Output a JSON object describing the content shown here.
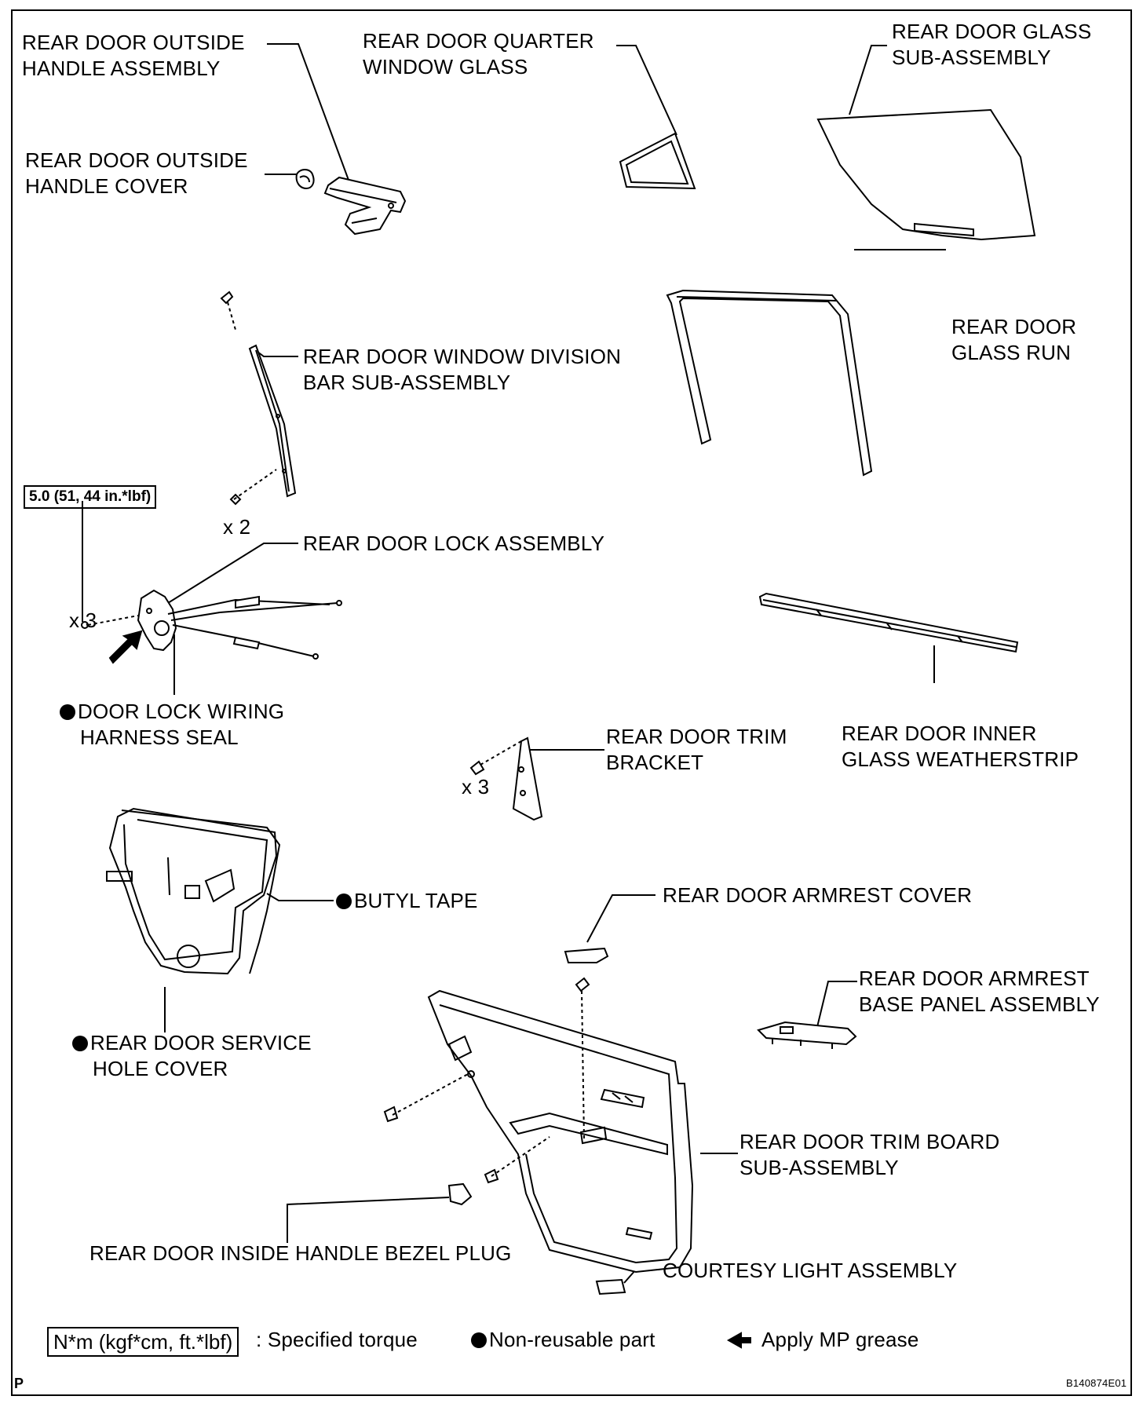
{
  "labels": {
    "outside_handle": [
      "REAR DOOR OUTSIDE",
      "HANDLE ASSEMBLY"
    ],
    "quarter_glass": [
      "REAR DOOR QUARTER",
      "WINDOW GLASS"
    ],
    "glass_sub": [
      "REAR DOOR GLASS",
      "SUB-ASSEMBLY"
    ],
    "outside_handle_cover": [
      "REAR DOOR OUTSIDE",
      "HANDLE COVER"
    ],
    "division_bar": [
      "REAR DOOR WINDOW DIVISION",
      "BAR SUB-ASSEMBLY"
    ],
    "glass_run": [
      "REAR DOOR",
      "GLASS RUN"
    ],
    "lock_assembly": "REAR DOOR LOCK ASSEMBLY",
    "harness_seal": [
      "DOOR LOCK WIRING",
      "HARNESS SEAL"
    ],
    "trim_bracket": [
      "REAR DOOR TRIM",
      "BRACKET"
    ],
    "inner_weatherstrip": [
      "REAR DOOR INNER",
      "GLASS WEATHERSTRIP"
    ],
    "butyl_tape": "BUTYL TAPE",
    "armrest_cover": "REAR DOOR ARMREST COVER",
    "armrest_base": [
      "REAR DOOR ARMREST",
      "BASE PANEL ASSEMBLY"
    ],
    "service_hole_cover": [
      "REAR DOOR SERVICE",
      "HOLE COVER"
    ],
    "trim_board": [
      "REAR DOOR TRIM BOARD",
      "SUB-ASSEMBLY"
    ],
    "bezel_plug": "REAR DOOR INSIDE HANDLE BEZEL PLUG",
    "courtesy_light": "COURTESY LIGHT ASSEMBLY"
  },
  "quantities": {
    "division_bar_screws": "x 2",
    "lock_screws": "x 3",
    "bracket_clips": "x 3"
  },
  "torque_spec": "5.0 (51, 44 in.*lbf)",
  "legend": {
    "torque_box": "N*m (kgf*cm, ft.*lbf)",
    "torque_text": ": Specified torque",
    "nonreusable_text": "Non-reusable part",
    "grease_text": "Apply MP grease"
  },
  "footer": {
    "corner_mark": "P",
    "figure_id": "B140874E01"
  },
  "icons": {
    "nonreusable": "filled-circle-icon",
    "grease": "arrow-left-icon"
  }
}
